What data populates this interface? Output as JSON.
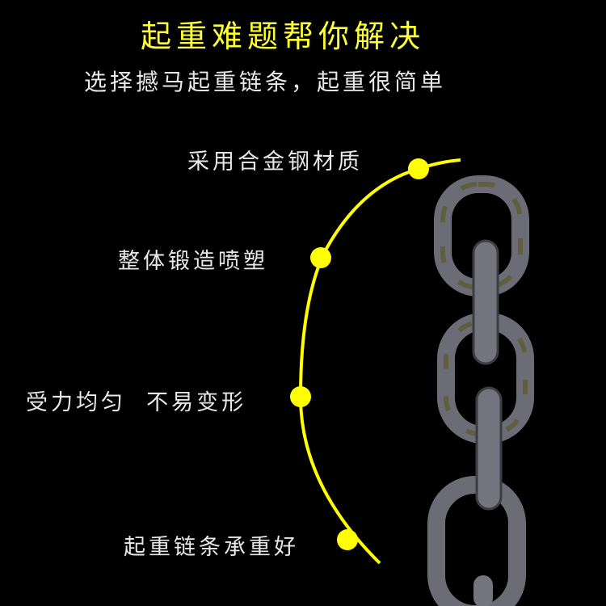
{
  "title": "起重难题帮你解决",
  "subtitle": "选择撼马起重链条，起重很简单",
  "features": [
    "采用合金钢材质",
    "整体锻造喷塑",
    "受力均匀  不易变形",
    "起重链条承重好"
  ],
  "colors": {
    "accent": "#ffff00",
    "text": "#e8e8e8",
    "chain": "#6c6c76"
  }
}
